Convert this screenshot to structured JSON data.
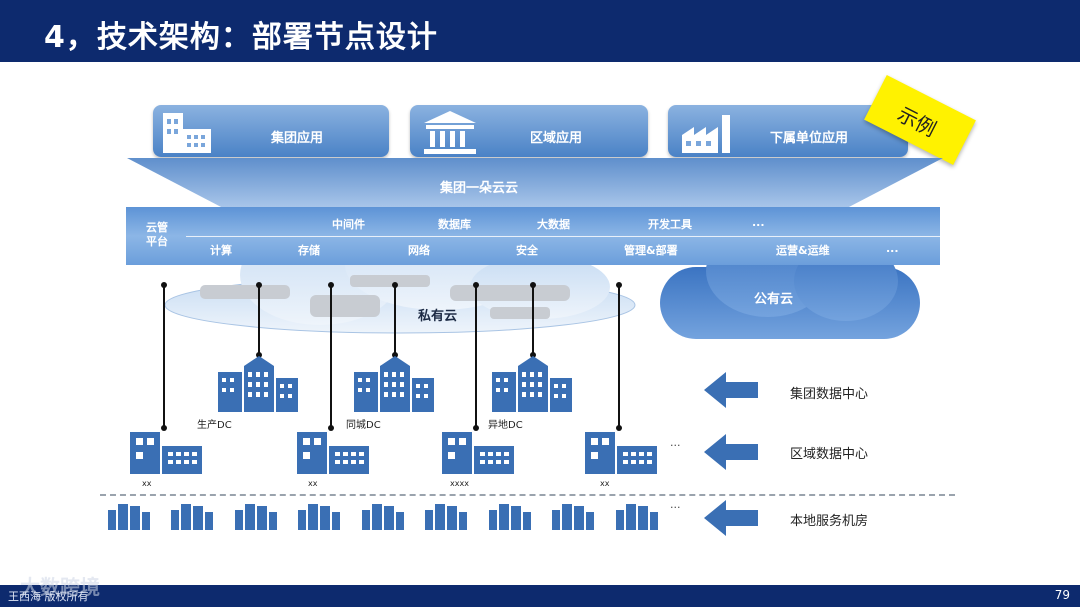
{
  "header": {
    "title": "4，技术架构：部署节点设计"
  },
  "top_cards": [
    {
      "label": "集团应用"
    },
    {
      "label": "区域应用"
    },
    {
      "label": "下属单位应用"
    }
  ],
  "example_tag": "示例",
  "funnel_label": "集团一朵云云",
  "platform": {
    "label_line1": "云管",
    "label_line2": "平台",
    "upper": [
      "中间件",
      "数据库",
      "大数据",
      "开发工具",
      "..."
    ],
    "lower": [
      "计算",
      "存储",
      "网络",
      "安全",
      "管理&部署",
      "运营&运维",
      "..."
    ]
  },
  "private_cloud": "私有云",
  "public_cloud": "公有云",
  "dc_labels": [
    "生产DC",
    "同城DC",
    "异地DC"
  ],
  "regional_labels": [
    "xx",
    "xx",
    "xxxx",
    "xx"
  ],
  "ellipsis": [
    "...",
    "..."
  ],
  "tiers": [
    "集团数据中心",
    "区域数据中心",
    "本地服务机房"
  ],
  "footer": {
    "watermark": "大数跨境",
    "author": "王西海 版权所有",
    "page": "79"
  },
  "colors": {
    "navy": "#0d2a6e",
    "blue": "#3a6fb4",
    "light_blue": "#8cb6e6",
    "yellow": "#fff200"
  }
}
